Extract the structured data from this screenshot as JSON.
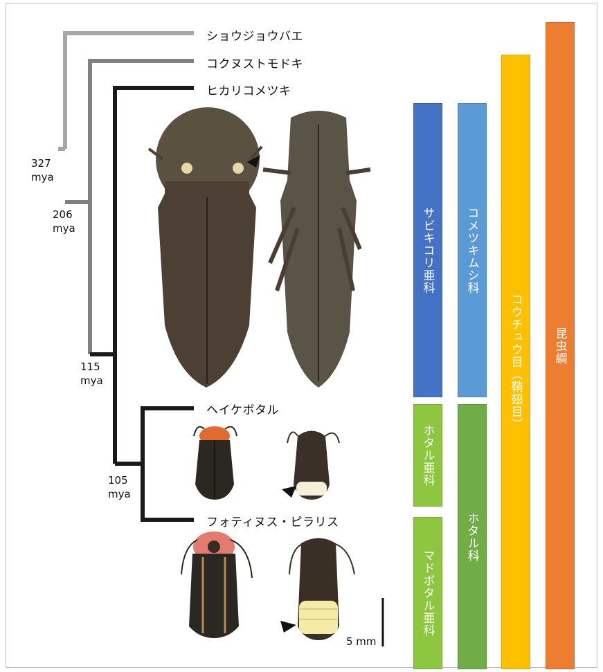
{
  "taxa": {
    "drosophila": "ショウジョウバエ",
    "tribolium": "コクヌストモドキ",
    "click_beetle": "ヒカリコメツキ",
    "heike_firefly": "ヘイケボタル",
    "photinus": "フォティヌス・ピラリス"
  },
  "divergence_times": {
    "t327": "327\nmya",
    "t206": "206\nmya",
    "t115": "115\nmya",
    "t105": "105\nmya"
  },
  "classification_bars": {
    "elateroidea_sabikikori": "サビキコリ亜科",
    "elateridae": "コメツキムシ科",
    "lampyrinae": "ホタル亜科",
    "photurinae_madobotaru": "マドボタル亜科",
    "lampyridae": "ホタル科",
    "coleoptera": "コウチュウ目（鞘翅目）",
    "insecta": "昆虫綱"
  },
  "scale_bar": {
    "label": "5 mm"
  },
  "colors": {
    "bar_dark_blue": "#4472c4",
    "bar_light_blue": "#5b9bd5",
    "bar_light_green": "#8dc63f",
    "bar_green": "#70ad47",
    "bar_yellow": "#ffc000",
    "bar_orange": "#ed7d31",
    "branch_light": "#a6a6a6",
    "branch_mid": "#808080",
    "branch_dark": "#1a1a1a"
  }
}
